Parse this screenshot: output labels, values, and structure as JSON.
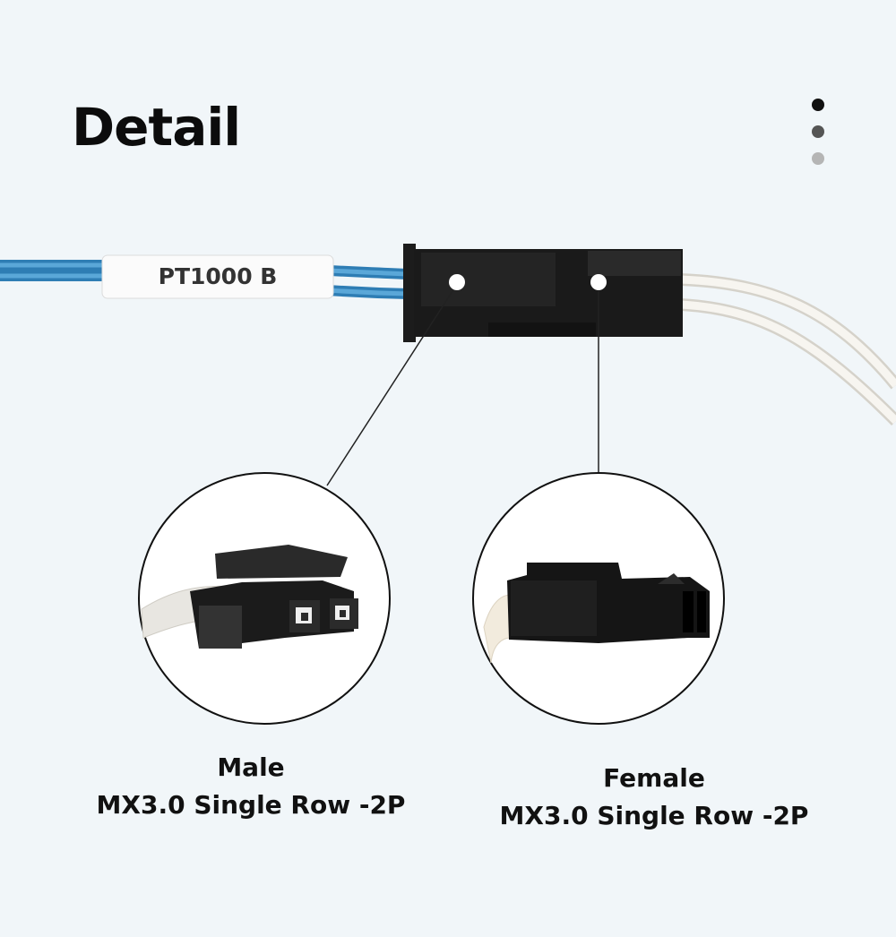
{
  "heading": {
    "title": "Detail"
  },
  "cable": {
    "label": "PT1000 B"
  },
  "callouts": {
    "male": {
      "name": "Male",
      "spec": "MX3.0 Single Row -2P"
    },
    "female": {
      "name": "Female",
      "spec": "MX3.0 Single Row -2P"
    }
  },
  "colors": {
    "background": "#f1f6f9",
    "blue_wire": "#3d8fc6",
    "white_wire": "#f4f2ec",
    "connector": "#1a1a1a"
  },
  "icons": [
    "pagination-dots-icon"
  ]
}
